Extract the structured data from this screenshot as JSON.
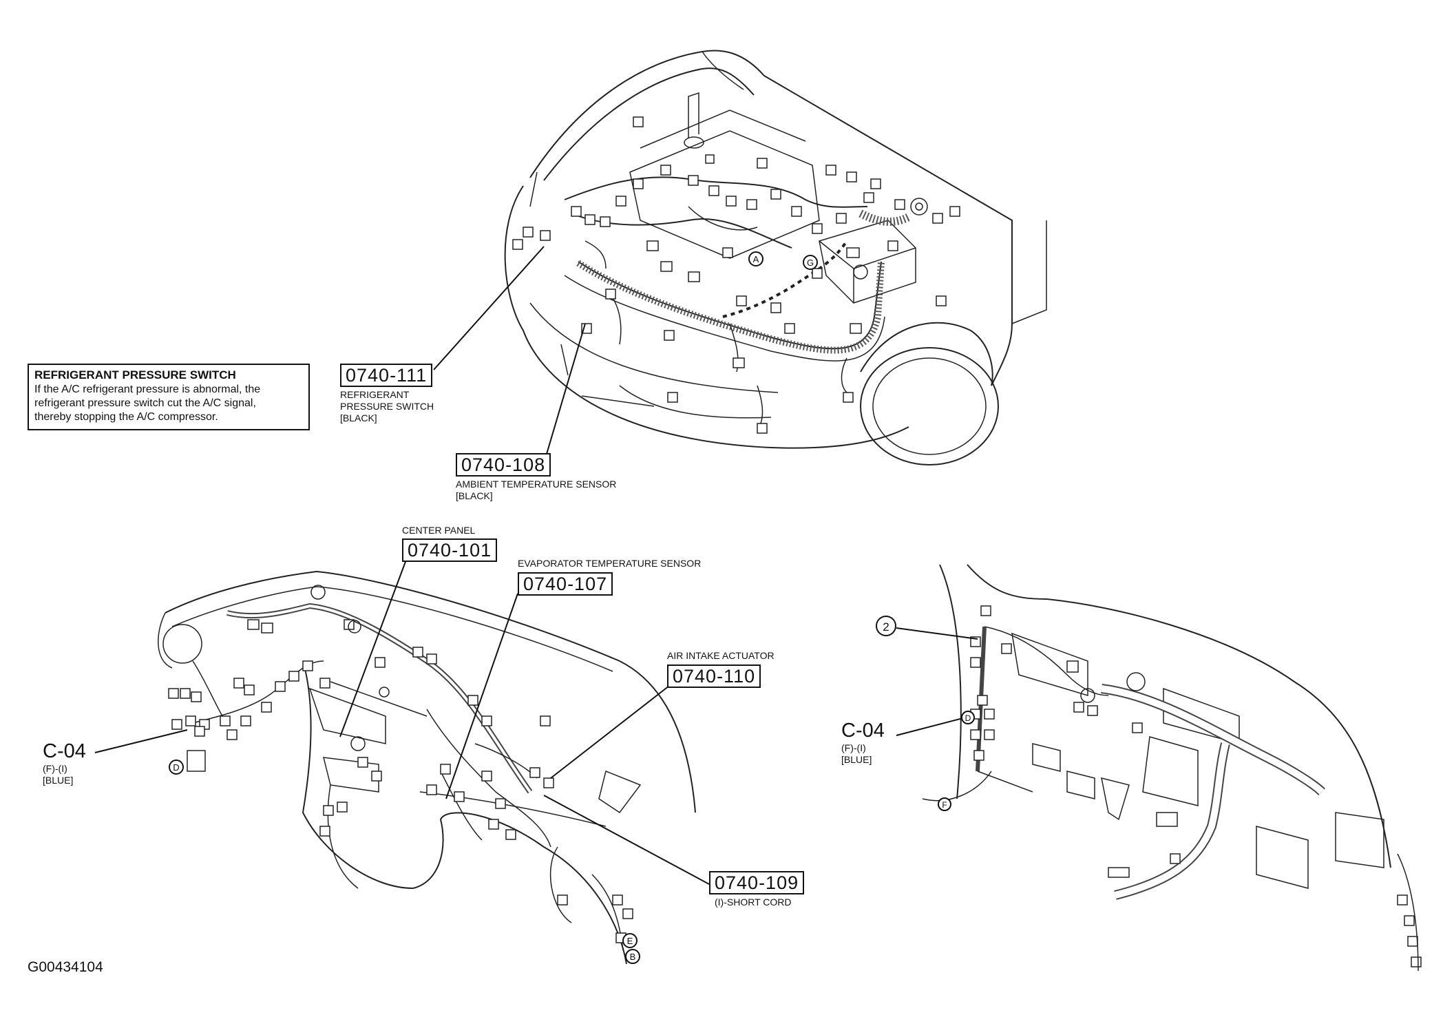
{
  "note": {
    "title": "REFRIGERANT PRESSURE SWITCH",
    "lines": [
      "If the A/C refrigerant pressure is abnormal, the",
      "refrigerant pressure switch cut the A/C signal,",
      "thereby stopping the A/C compressor."
    ]
  },
  "connectors": {
    "c111": {
      "code": "0740-111",
      "lines": [
        "REFRIGERANT",
        "PRESSURE SWITCH",
        "[BLACK]"
      ]
    },
    "c108": {
      "code": "0740-108",
      "lines": [
        "AMBIENT TEMPERATURE SENSOR",
        "[BLACK]"
      ]
    },
    "c101": {
      "header": "CENTER PANEL",
      "code": "0740-101"
    },
    "c107": {
      "header": "EVAPORATOR TEMPERATURE SENSOR",
      "code": "0740-107"
    },
    "c110": {
      "header": "AIR INTAKE ACTUATOR",
      "code": "0740-110"
    },
    "c109": {
      "code": "0740-109",
      "lines": [
        "(I)-SHORT CORD"
      ]
    }
  },
  "c04_left": {
    "code": "C-04",
    "lines": [
      "(F)-(I)",
      "[BLUE]"
    ]
  },
  "c04_right": {
    "code": "C-04",
    "lines": [
      "(F)-(I)",
      "[BLUE]"
    ]
  },
  "circle_labels": {
    "eng_a": "A",
    "eng_g": "G",
    "dash_d": "D",
    "dash_e": "E",
    "dash_b": "B",
    "r_2": "2",
    "r_d": "D",
    "r_f": "F"
  },
  "doc_id": "G00434104"
}
